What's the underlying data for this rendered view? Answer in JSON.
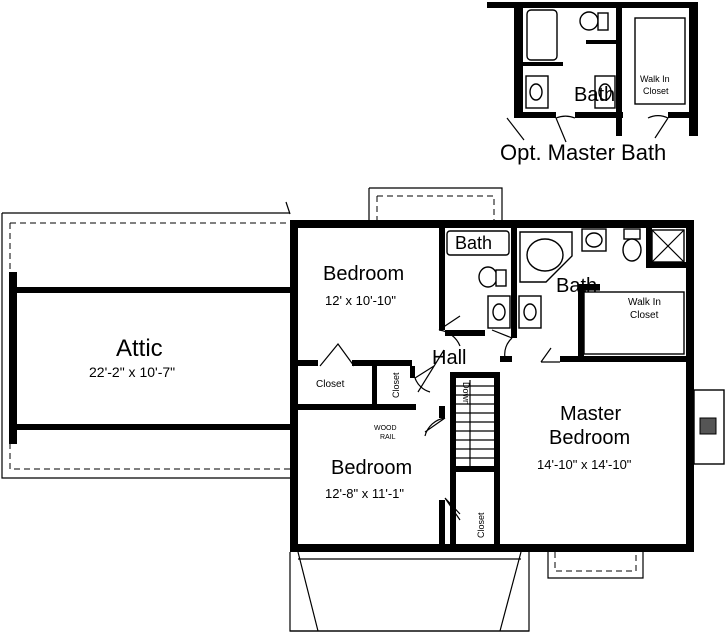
{
  "plan": {
    "inset": {
      "caption": "Opt. Master Bath",
      "bath_label": "Bath",
      "closet_label_1": "Walk In",
      "closet_label_2": "Closet"
    },
    "rooms": {
      "attic_name": "Attic",
      "attic_size": "22'-2\" x 10'-7\"",
      "bedroom1_name": "Bedroom",
      "bedroom1_size": "12' x 10'-10\"",
      "bedroom2_name": "Bedroom",
      "bedroom2_size": "12'-8\" x 11'-1\"",
      "master_name_1": "Master",
      "master_name_2": "Bedroom",
      "master_size": "14'-10\" x 14'-10\"",
      "hall": "Hall",
      "bath_small": "Bath",
      "bath_master": "Bath",
      "wic_1": "Walk In",
      "wic_2": "Closet",
      "closet_left": "Closet",
      "closet_vertical": "Closet",
      "closet_stair": "Closet",
      "stair_down": "Down",
      "wood_rail_1": "WOOD",
      "wood_rail_2": "RAIL"
    }
  }
}
